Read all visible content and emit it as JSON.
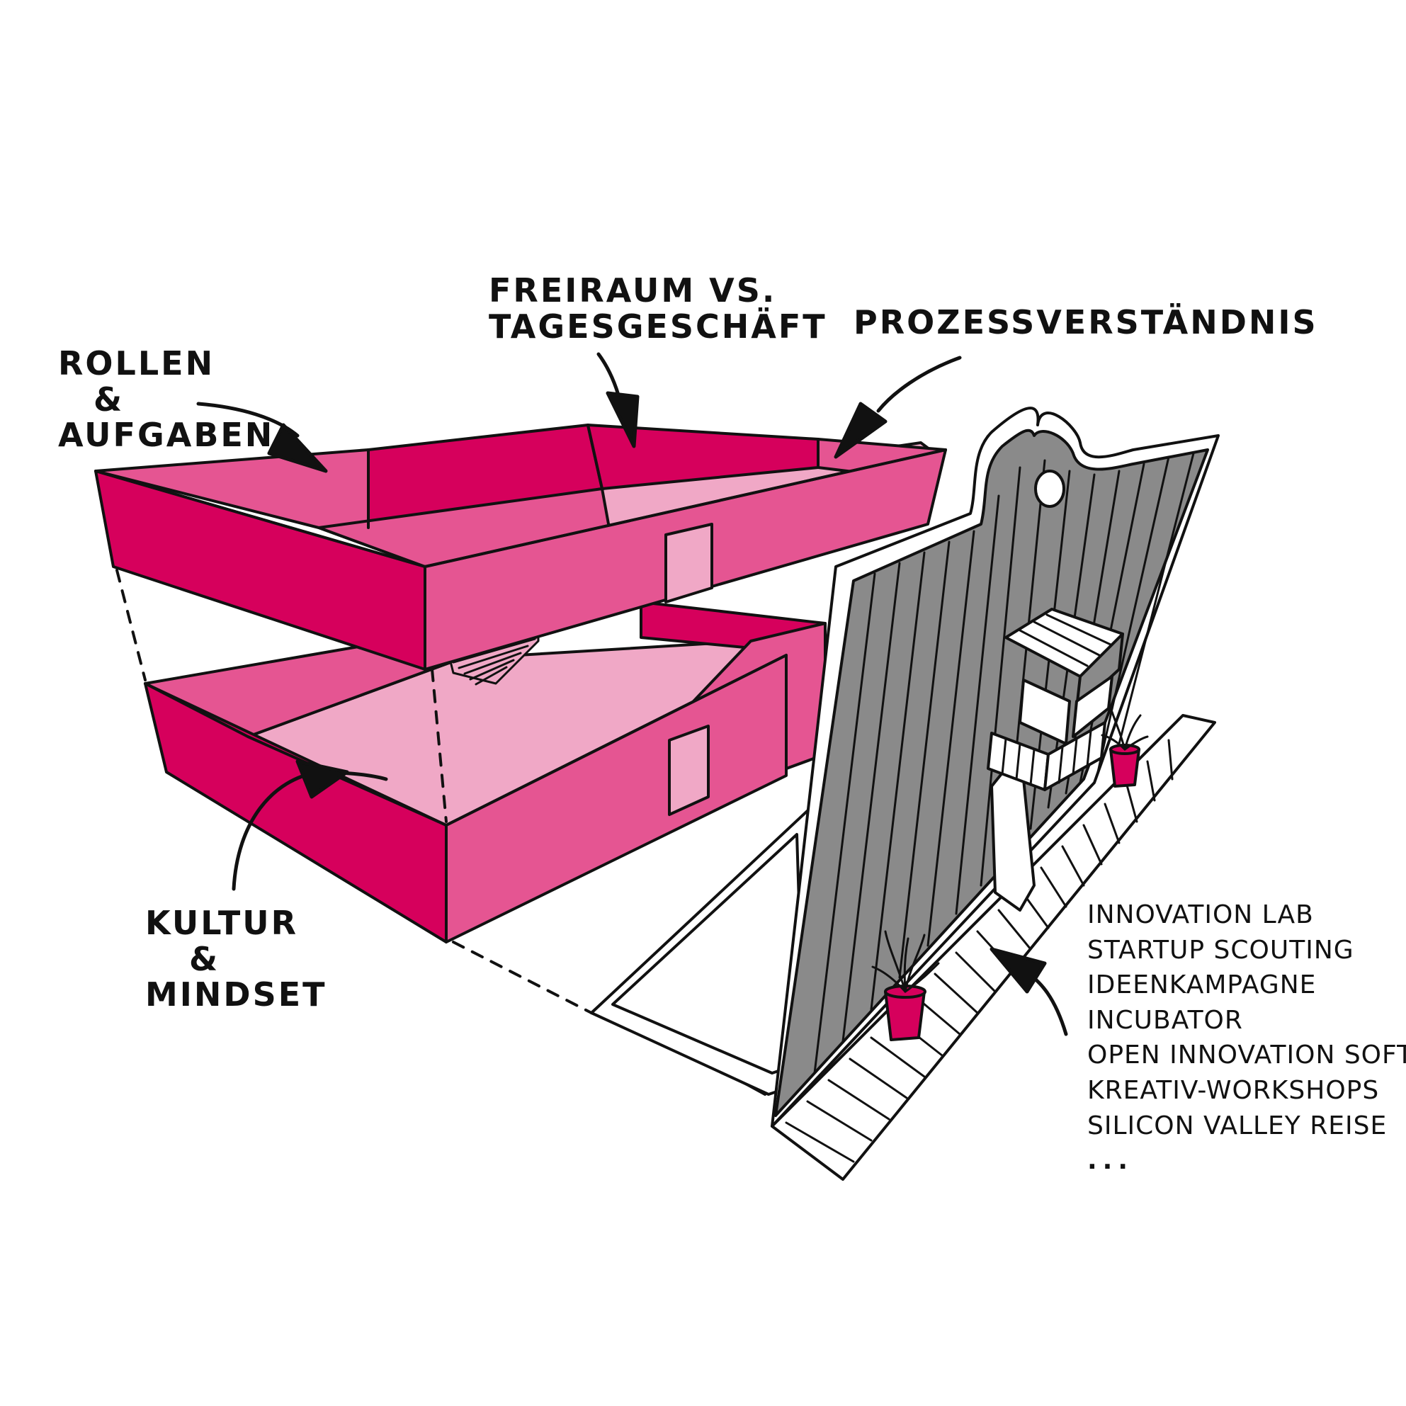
{
  "colors": {
    "magenta_dark": "#d6005c",
    "magenta_mid": "#e55592",
    "magenta_light": "#f0a8c6",
    "wall_gray": "#8a8a8a",
    "ink": "#111111",
    "background": "#ffffff"
  },
  "labels": {
    "rollen": {
      "line1": "Rollen",
      "amp": "&",
      "line2": "Aufgaben"
    },
    "freiraum": {
      "line1": "Freiraum vs.",
      "line2": "Tagesgeschäft"
    },
    "prozess": "Prozessverständnis",
    "kultur": {
      "line1": "Kultur",
      "amp": "&",
      "line2": "Mindset"
    }
  },
  "activities": [
    "Innovation Lab",
    "Startup Scouting",
    "Ideenkampagne",
    "Incubator",
    "Open Innovation Software",
    "Kreativ-Workshops",
    "Silicon Valley Reise",
    "..."
  ],
  "icons": {
    "arrows": "curved-arrow-icon",
    "plants": "potted-plant-icon",
    "window": "round-window-icon"
  }
}
